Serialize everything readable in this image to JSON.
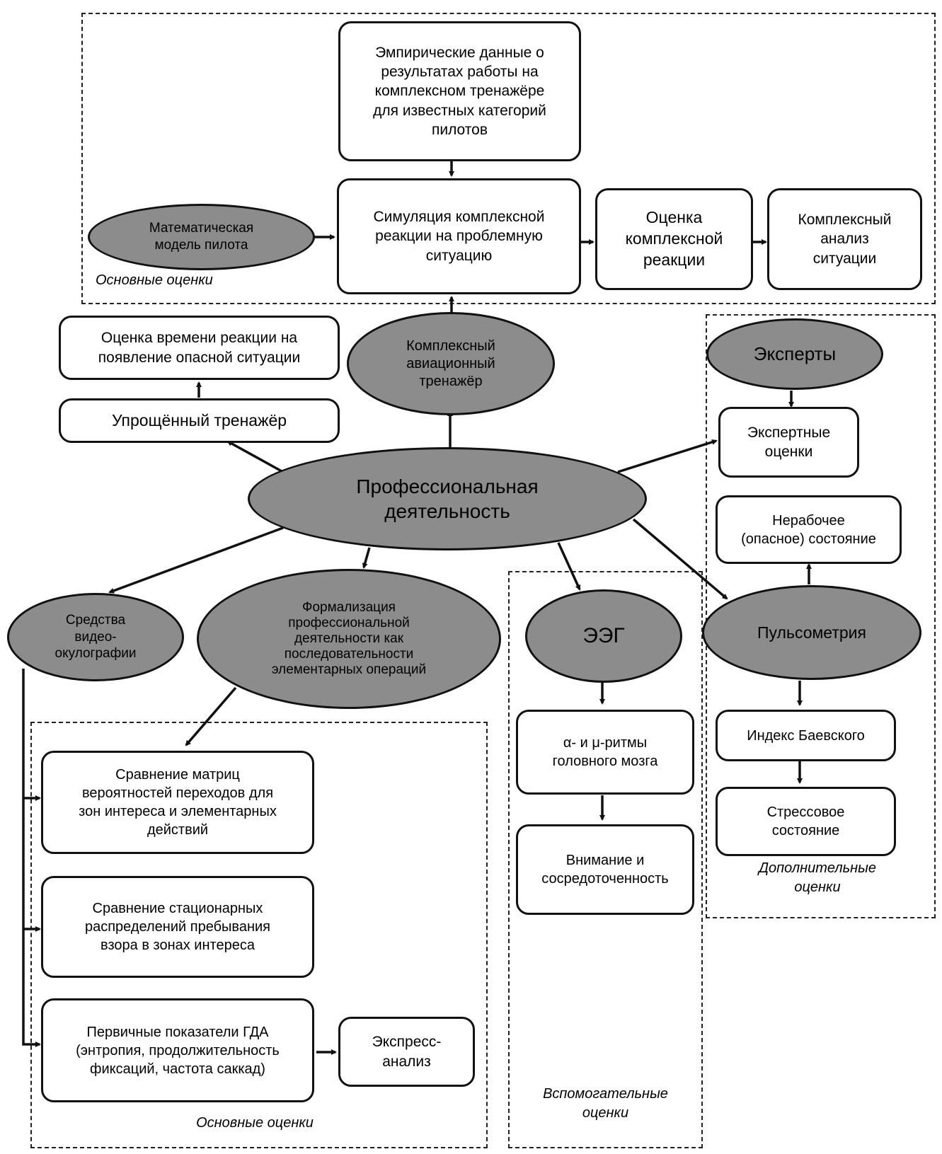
{
  "nodes": {
    "empirical": "Эмпирические данные о\nрезультатах работы на\nкомплексном тренажёре\nдля известных категорий\nпилотов",
    "math_model": "Математическая\nмодель пилота",
    "simulation": "Симуляция комплексной\nреакции на проблемную\nситуацию",
    "reaction_eval": "Оценка\nкомплексной\nреакции",
    "complex_analysis": "Комплексный\nанализ\nситуации",
    "reaction_time": "Оценка времени реакции на\nпоявление опасной ситуации",
    "complex_trainer": "Комплексный\nавиационный\nтренажёр",
    "experts": "Эксперты",
    "simple_trainer": "Упрощённый тренажёр",
    "expert_evals": "Экспертные\nоценки",
    "professional": "Профессиональная\nдеятельность",
    "non_working": "Нерабочее\n(опасное) состояние",
    "video_oculo": "Средства\nвидео-\nокулографии",
    "formalization": "Формализация\nпрофессиональной\nдеятельности как\nпоследовательности\nэлементарных операций",
    "eeg": "ЭЭГ",
    "pulse": "Пульсометрия",
    "baevsky": "Индекс Баевского",
    "matrices": "      Сравнение матриц\nвероятностей переходов для\nзон интереса и элементарных\nдействий",
    "rhythms": "α- и μ-ритмы\nголовного мозга",
    "stress": "Стрессовое\nсостояние",
    "attention": "Внимание и\nсосредоточенность",
    "stationary": "     Сравнение стационарных\nраспределений пребывания\nвзора в зонах интереса",
    "primary": "Первичные показатели ГДА\n(энтропия, продолжительность\nфиксаций, частота саккад)",
    "express": "Экспресс-\nанализ"
  },
  "captions": {
    "top_main": "Основные оценки",
    "additional": "Дополнительные\nоценки",
    "auxiliary": "Вспомогательные\nоценки",
    "bottom_main": "Основные  оценки"
  },
  "colors": {
    "ellipse_fill": "#8c8c8c",
    "border": "#111111"
  }
}
